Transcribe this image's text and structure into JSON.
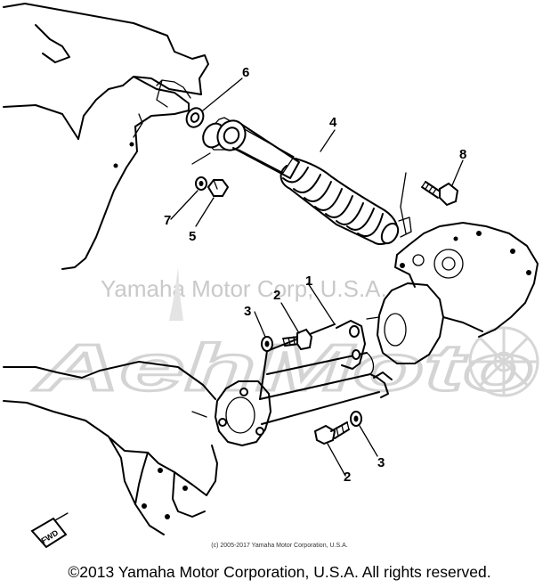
{
  "callouts": {
    "c1": "1",
    "c2a": "2",
    "c2b": "2",
    "c3a": "3",
    "c3b": "3",
    "c4": "4",
    "c5": "5",
    "c6": "6",
    "c7": "7",
    "c8": "8"
  },
  "fwd_label": "FWD",
  "watermark": {
    "text": "Yamaha Motor Corp, U.S.A.",
    "logo": "AehMoto"
  },
  "small_copyright": "(c) 2005-2017 Yamaha Motor Corporation, U.S.A.",
  "main_copyright": "©2013 Yamaha Motor Corporation, U.S.A. All rights reserved."
}
